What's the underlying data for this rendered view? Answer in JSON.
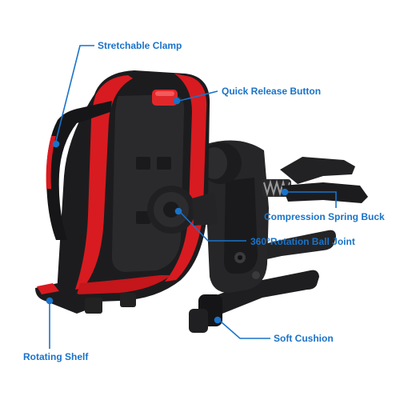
{
  "colors": {
    "callout": "#1a73c9",
    "body_black": "#1c1c1e",
    "body_dark": "#2b2b2e",
    "accent_red": "#d81b20",
    "background": "#ffffff"
  },
  "callouts": {
    "stretchable_clamp": "Stretchable Clamp",
    "quick_release_button": "Quick Release Button",
    "compression_spring_buck": "Compression Spring Buck",
    "rotation_ball_joint": "360°Rotation Ball Joint",
    "soft_cushion": "Soft Cushion",
    "rotating_shelf": "Rotating Shelf"
  }
}
